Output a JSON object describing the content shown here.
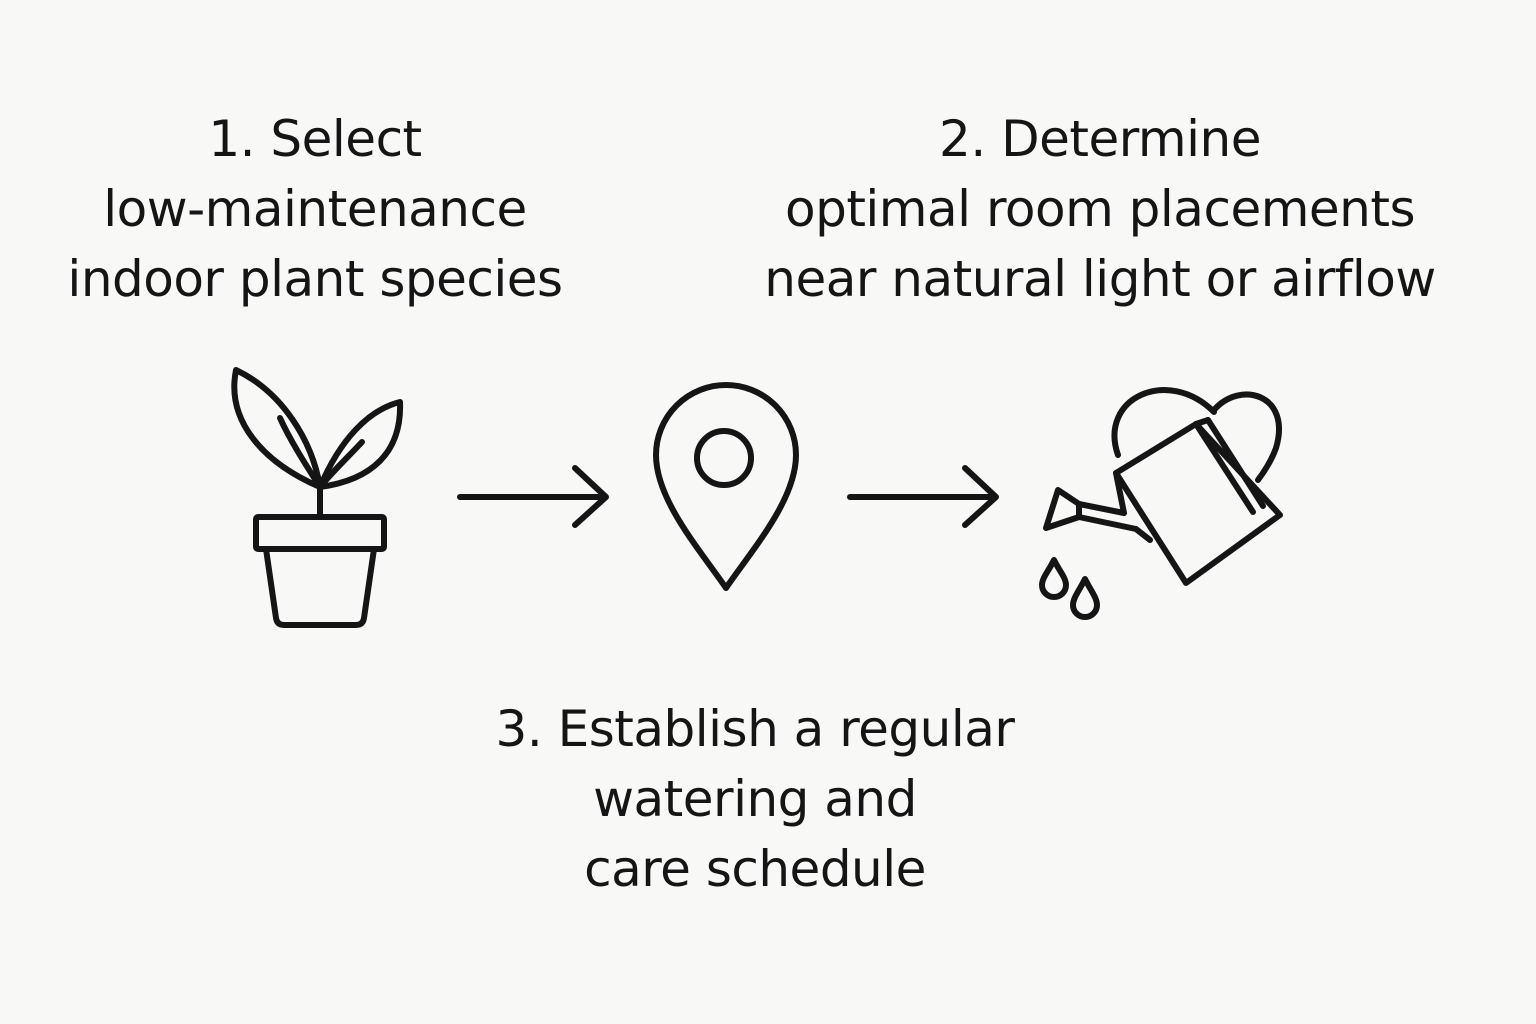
{
  "steps": [
    {
      "lines": [
        "1. Select",
        "low-maintenance",
        "indoor plant species"
      ],
      "icon": "potted-plant-icon"
    },
    {
      "lines": [
        "2. Determine",
        "optimal room placements",
        "near natural light or airflow"
      ],
      "icon": "location-pin-icon"
    },
    {
      "lines": [
        "3. Establish a regular",
        "watering and",
        "care schedule"
      ],
      "icon": "watering-can-icon"
    }
  ],
  "connectors": [
    "arrow-right-icon",
    "arrow-right-icon"
  ]
}
